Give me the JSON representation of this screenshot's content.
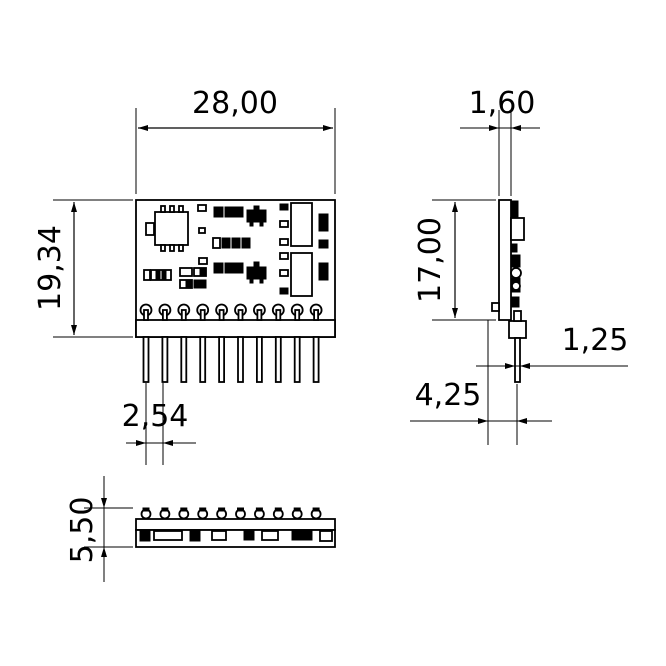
{
  "drawing": {
    "dimensions": {
      "front_width": "28,00",
      "front_height": "19,34",
      "pin_pitch": "2,54",
      "side_thickness": "1,60",
      "side_height": "17,00",
      "pin_width": "1,25",
      "pin_offset": "4,25",
      "bottom_height": "5,50"
    },
    "pin_count": 10
  }
}
